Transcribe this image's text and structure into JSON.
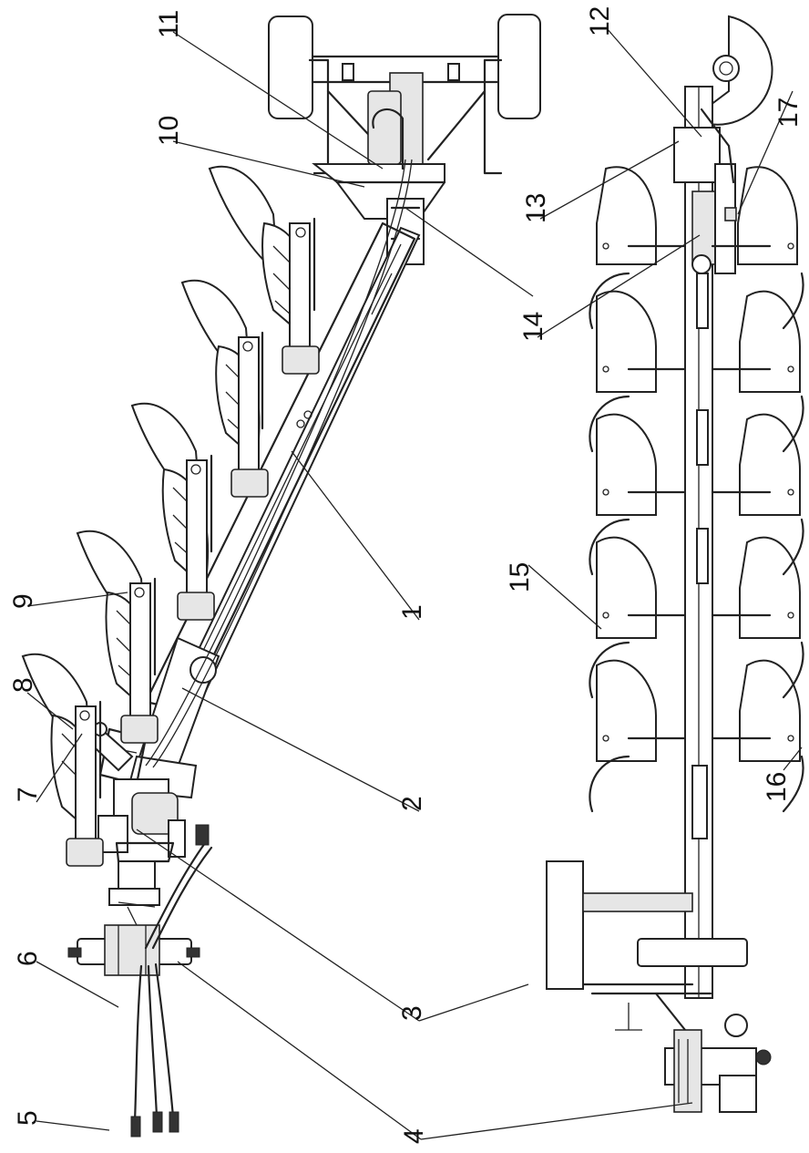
{
  "figure": {
    "callouts": [
      {
        "id": "1",
        "text": "1"
      },
      {
        "id": "2",
        "text": "2"
      },
      {
        "id": "3",
        "text": "3"
      },
      {
        "id": "4",
        "text": "4"
      },
      {
        "id": "5",
        "text": "5"
      },
      {
        "id": "6",
        "text": "6"
      },
      {
        "id": "7",
        "text": "7"
      },
      {
        "id": "8",
        "text": "8"
      },
      {
        "id": "9",
        "text": "9"
      },
      {
        "id": "10",
        "text": "10"
      },
      {
        "id": "11",
        "text": "11"
      },
      {
        "id": "12",
        "text": "12"
      },
      {
        "id": "13",
        "text": "13"
      },
      {
        "id": "14",
        "text": "14"
      },
      {
        "id": "15",
        "text": "15"
      },
      {
        "id": "16",
        "text": "16"
      },
      {
        "id": "17",
        "text": "17"
      }
    ]
  }
}
